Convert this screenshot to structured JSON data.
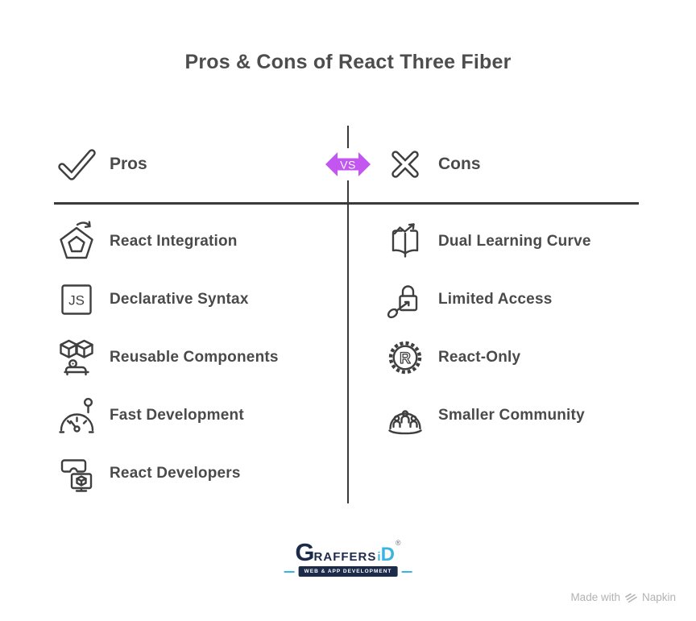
{
  "title": "Pros & Cons of React Three Fiber",
  "vs_badge": {
    "label": "VS",
    "color": "#c355f0"
  },
  "pros": {
    "label": "Pros",
    "icon": "check-icon",
    "items": [
      {
        "label": "React Integration",
        "icon": "pentagon-sync-icon"
      },
      {
        "label": "Declarative Syntax",
        "icon": "js-badge-icon"
      },
      {
        "label": "Reusable Components",
        "icon": "cubes-projector-icon"
      },
      {
        "label": "Fast Development",
        "icon": "speedometer-icon"
      },
      {
        "label": "React Developers",
        "icon": "vr-monitor-icon"
      }
    ]
  },
  "cons": {
    "label": "Cons",
    "icon": "cross-icon",
    "items": [
      {
        "label": "Dual Learning Curve",
        "icon": "book-trend-icon"
      },
      {
        "label": "Limited Access",
        "icon": "lock-key-icon"
      },
      {
        "label": "React-Only",
        "icon": "gear-r-icon"
      },
      {
        "label": "Smaller Community",
        "icon": "dome-people-icon"
      }
    ]
  },
  "icons_text": {
    "js": "JS",
    "r": "R"
  },
  "footer": {
    "logo": {
      "g": "G",
      "raffers": "RAFFERS",
      "i": "i",
      "d": "D",
      "reg": "®",
      "tagline": "WEB & APP DEVELOPMENT",
      "navy": "#1c2b4a",
      "cyan": "#3ab5e2"
    },
    "watermark": {
      "made_with": "Made with",
      "brand": "Napkin"
    }
  },
  "colors": {
    "icon_stroke": "#3f3f3f",
    "text": "#4a4a4a",
    "divider": "#3a3a3a",
    "accent": "#c355f0",
    "watermark": "#b3b3b3"
  }
}
